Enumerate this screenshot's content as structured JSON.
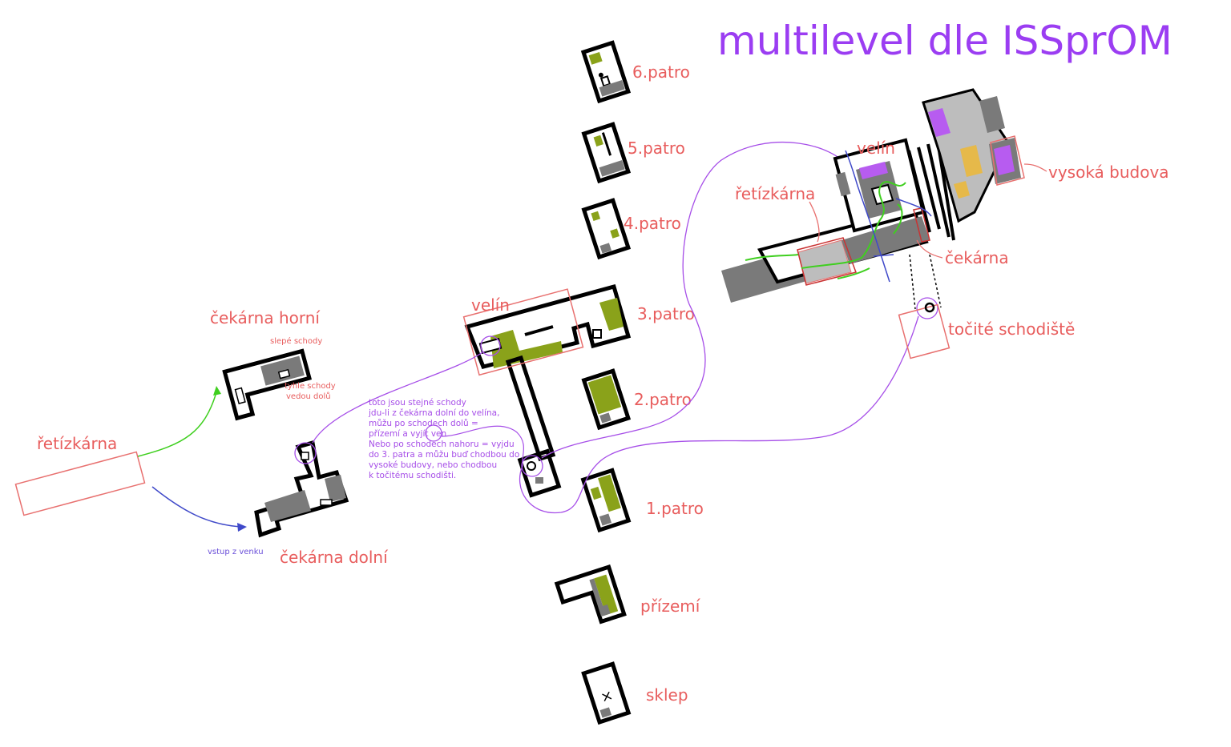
{
  "title": "multilevel dle ISSprOM",
  "colors": {
    "title": "#9b3df2",
    "label": "#e85d5d",
    "purple_path": "#a64ee8",
    "green_path": "#3fcf1f",
    "blue_path": "#3f49c9",
    "room_green": "#8aa21a",
    "room_grey": "#7a7a7a",
    "room_purple": "#b75cf0"
  },
  "floors": {
    "f6": "6.patro",
    "f5": "5.patro",
    "f4": "4.patro",
    "f3": "3.patro",
    "f2": "2.patro",
    "f1": "1.patro",
    "f0": "přízemí",
    "basement": "sklep"
  },
  "left": {
    "chain": "řetízkárna",
    "upper_waiting": "čekárna horní",
    "lower_waiting": "čekárna dolní",
    "blind_stairs": "slepé schody",
    "stairs_down_1": "tyhle schody",
    "stairs_down_2": "vedou dolů",
    "entry": "vstup z venku",
    "velin": "velín"
  },
  "note": [
    "toto jsou stejné schody",
    "jdu-li z čekárna dolní do velína,",
    "můžu po schodech dolů =",
    "přízemí a vyjít ven",
    "Nebo po schodech nahoru = vyjdu",
    "do 3. patra a můžu buď chodbou do",
    "vysoké budovy, nebo chodbou",
    "k točitému schodišti."
  ],
  "right": {
    "velin": "velín",
    "chain": "řetízkárna",
    "tall_building": "vysoká budova",
    "waiting": "čekárna",
    "spiral": "točité schodiště"
  }
}
